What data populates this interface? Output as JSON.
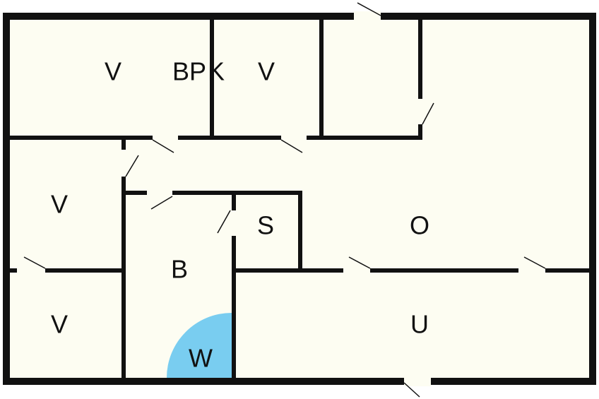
{
  "colors": {
    "floor": "#fdfdf2",
    "wall": "#111111",
    "background": "#ffffff",
    "wc_marker": "#79cdf0"
  },
  "rooms": {
    "v1": "V",
    "bp": "BP",
    "k": "K",
    "v2": "V",
    "v3": "V",
    "s": "S",
    "o": "O",
    "b": "B",
    "v4": "V",
    "u": "U",
    "w": "W"
  }
}
